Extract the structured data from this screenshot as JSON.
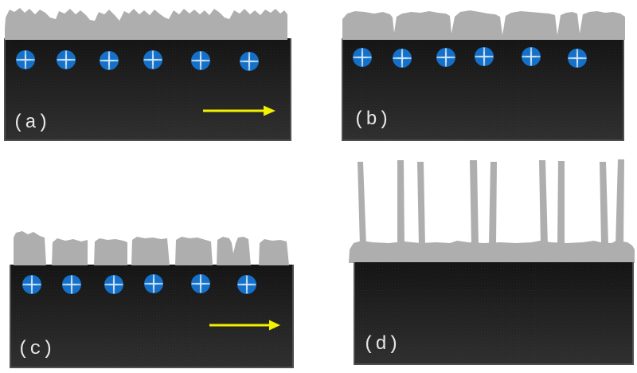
{
  "figure": {
    "type": "schematic-diagram",
    "panels": [
      {
        "id": "a",
        "label": "(a)",
        "ion_count": 6,
        "ion_symbol": "+",
        "has_arrow": true,
        "arrow_direction": "right",
        "top_layer": "continuous-rough-film"
      },
      {
        "id": "b",
        "label": "(b)",
        "ion_count": 6,
        "ion_symbol": "+",
        "has_arrow": false,
        "arrow_direction": "",
        "top_layer": "cracked-film"
      },
      {
        "id": "c",
        "label": "(c)",
        "ion_count": 6,
        "ion_symbol": "+",
        "has_arrow": true,
        "arrow_direction": "right",
        "top_layer": "separated-islands"
      },
      {
        "id": "d",
        "label": "(d)",
        "ion_count": 0,
        "ion_symbol": "",
        "has_arrow": false,
        "arrow_direction": "",
        "top_layer": "nanowires-on-base-layer"
      }
    ],
    "icons": {
      "ion": "positive-ion-icon",
      "arrow": "right-arrow-icon"
    },
    "colors": {
      "background": "#ffffff",
      "substrate_top": "#141414",
      "substrate_bottom": "#2f2f2f",
      "substrate_edge": "#4f4f4f",
      "layer_gray": "#aeaeae",
      "ion_blue": "#1470c8",
      "ion_cross": "#a9cdec",
      "ion_cross_core": "#e2f0fa",
      "arrow_yellow": "#f2f200",
      "label_text": "#e6e6e6"
    }
  }
}
